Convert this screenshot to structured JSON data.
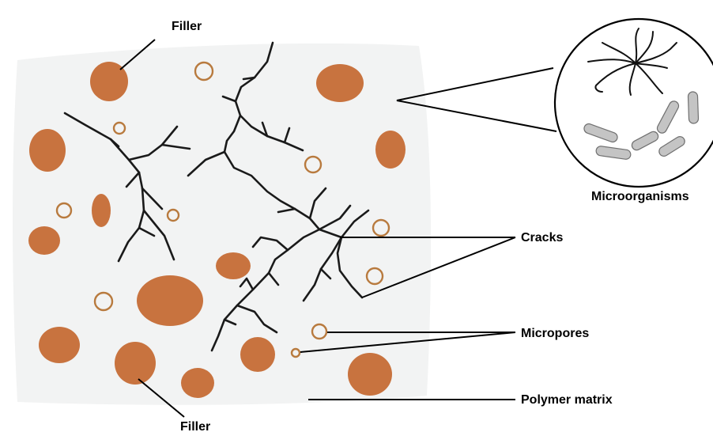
{
  "labels": {
    "filler_top": "Filler",
    "filler_bottom": "Filler",
    "microorganisms": "Microorganisms",
    "cracks": "Cracks",
    "micropores": "Micropores",
    "polymer_matrix": "Polymer matrix"
  },
  "colors": {
    "matrix": "#f2f3f3",
    "filler": "#c8733f",
    "pore_stroke": "#b87a3e",
    "crack": "#1a1a1a",
    "bacteria": "#c4c4c4"
  }
}
